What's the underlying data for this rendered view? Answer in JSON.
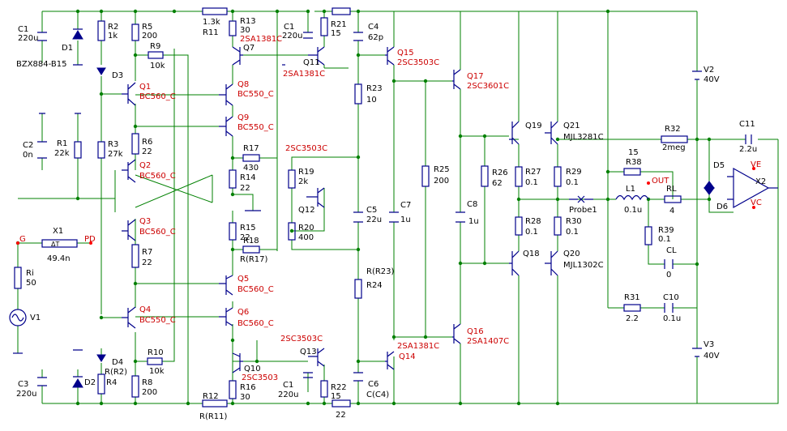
{
  "components": [
    {
      "id": "c1l-name",
      "text": "C1",
      "kind": "black"
    },
    {
      "id": "c1l-val",
      "text": "220u",
      "kind": "black"
    },
    {
      "id": "d1-name",
      "text": "D1",
      "kind": "black"
    },
    {
      "id": "d1-part",
      "text": "BZX884-B15",
      "kind": "black"
    },
    {
      "id": "r2-name",
      "text": "R2",
      "kind": "black"
    },
    {
      "id": "r2-val",
      "text": "1k",
      "kind": "black"
    },
    {
      "id": "r5-name",
      "text": "R5",
      "kind": "black"
    },
    {
      "id": "r5-val",
      "text": "200",
      "kind": "black"
    },
    {
      "id": "r9-name",
      "text": "R9",
      "kind": "black"
    },
    {
      "id": "r9-val",
      "text": "10k",
      "kind": "black"
    },
    {
      "id": "r11-val",
      "text": "1.3k",
      "kind": "black"
    },
    {
      "id": "r11-name",
      "text": "R11",
      "kind": "black"
    },
    {
      "id": "r13-name",
      "text": "R13",
      "kind": "black"
    },
    {
      "id": "r13-val",
      "text": "30",
      "kind": "black"
    },
    {
      "id": "q7-part",
      "text": "2SA1381C",
      "kind": "red"
    },
    {
      "id": "q7-name",
      "text": "Q7",
      "kind": "black"
    },
    {
      "id": "c1m-name",
      "text": "C1",
      "kind": "black"
    },
    {
      "id": "c1m-val",
      "text": "220u",
      "kind": "black"
    },
    {
      "id": "r21-name",
      "text": "R21",
      "kind": "black"
    },
    {
      "id": "r21-val",
      "text": "15",
      "kind": "black"
    },
    {
      "id": "c4-name",
      "text": "C4",
      "kind": "black"
    },
    {
      "id": "c4-val",
      "text": "62p",
      "kind": "black"
    },
    {
      "id": "q11-name",
      "text": "Q11",
      "kind": "black"
    },
    {
      "id": "q11-part",
      "text": "2SA1381C",
      "kind": "red"
    },
    {
      "id": "q15-name",
      "text": "Q15",
      "kind": "red"
    },
    {
      "id": "q15-part",
      "text": "2SC3503C",
      "kind": "red"
    },
    {
      "id": "v2-name",
      "text": "V2",
      "kind": "black"
    },
    {
      "id": "v2-val",
      "text": "40V",
      "kind": "black"
    },
    {
      "id": "d3-name",
      "text": "D3",
      "kind": "black"
    },
    {
      "id": "q1-name",
      "text": "Q1",
      "kind": "red"
    },
    {
      "id": "q1-part",
      "text": "BC560_C",
      "kind": "red"
    },
    {
      "id": "q8-name",
      "text": "Q8",
      "kind": "red"
    },
    {
      "id": "q8-part",
      "text": "BC550_C",
      "kind": "red"
    },
    {
      "id": "r23-name",
      "text": "R23",
      "kind": "black"
    },
    {
      "id": "r23-val",
      "text": "10",
      "kind": "black"
    },
    {
      "id": "q17-name",
      "text": "Q17",
      "kind": "red"
    },
    {
      "id": "q17-part",
      "text": "2SC3601C",
      "kind": "red"
    },
    {
      "id": "c2-name",
      "text": "C2",
      "kind": "black"
    },
    {
      "id": "c2-val",
      "text": "0n",
      "kind": "black"
    },
    {
      "id": "r1-name",
      "text": "R1",
      "kind": "black"
    },
    {
      "id": "r1-val",
      "text": "22k",
      "kind": "black"
    },
    {
      "id": "r3-name",
      "text": "R3",
      "kind": "black"
    },
    {
      "id": "r3-val",
      "text": "27k",
      "kind": "black"
    },
    {
      "id": "r6-name",
      "text": "R6",
      "kind": "black"
    },
    {
      "id": "r6-val",
      "text": "22",
      "kind": "black"
    },
    {
      "id": "q9-name",
      "text": "Q9",
      "kind": "red"
    },
    {
      "id": "q9-part",
      "text": "BC550_C",
      "kind": "red"
    },
    {
      "id": "q19-name",
      "text": "Q19",
      "kind": "black"
    },
    {
      "id": "q21-name",
      "text": "Q21",
      "kind": "black"
    },
    {
      "id": "q21-part",
      "text": "MJL3281C",
      "kind": "black"
    },
    {
      "id": "r32-name",
      "text": "R32",
      "kind": "black"
    },
    {
      "id": "r32-val",
      "text": "2meg",
      "kind": "black"
    },
    {
      "id": "c11-name",
      "text": "C11",
      "kind": "black"
    },
    {
      "id": "c11-val",
      "text": "2.2u",
      "kind": "black"
    },
    {
      "id": "q12-part-top",
      "text": "2SC3503C",
      "kind": "red"
    },
    {
      "id": "r17-name",
      "text": "R17",
      "kind": "black"
    },
    {
      "id": "r17-val",
      "text": "430",
      "kind": "black"
    },
    {
      "id": "q2-name",
      "text": "Q2",
      "kind": "red"
    },
    {
      "id": "q2-part",
      "text": "BC560_C",
      "kind": "red"
    },
    {
      "id": "r19-name",
      "text": "R19",
      "kind": "black"
    },
    {
      "id": "r19-val",
      "text": "2k",
      "kind": "black"
    },
    {
      "id": "r14-name",
      "text": "R14",
      "kind": "black"
    },
    {
      "id": "r14-val",
      "text": "22",
      "kind": "black"
    },
    {
      "id": "r25-name",
      "text": "R25",
      "kind": "black"
    },
    {
      "id": "r25-val",
      "text": "200",
      "kind": "black"
    },
    {
      "id": "r26-name",
      "text": "R26",
      "kind": "black"
    },
    {
      "id": "r26-val",
      "text": "62",
      "kind": "black"
    },
    {
      "id": "r27-name",
      "text": "R27",
      "kind": "black"
    },
    {
      "id": "r27-val",
      "text": "0.1",
      "kind": "black"
    },
    {
      "id": "r29-name",
      "text": "R29",
      "kind": "black"
    },
    {
      "id": "r29-val",
      "text": "0.1",
      "kind": "black"
    },
    {
      "id": "r38-val",
      "text": "15",
      "kind": "black"
    },
    {
      "id": "r38-name",
      "text": "R38",
      "kind": "black"
    },
    {
      "id": "out-label",
      "text": "OUT",
      "kind": "red"
    },
    {
      "id": "d5-name",
      "text": "D5",
      "kind": "black"
    },
    {
      "id": "ve-label",
      "text": "VE",
      "kind": "red"
    },
    {
      "id": "x2-name",
      "text": "X2",
      "kind": "black"
    },
    {
      "id": "c8-name",
      "text": "C8",
      "kind": "black"
    },
    {
      "id": "c8-val",
      "text": "1u",
      "kind": "black"
    },
    {
      "id": "c7-name",
      "text": "C7",
      "kind": "black"
    },
    {
      "id": "c7-val",
      "text": "1u",
      "kind": "black"
    },
    {
      "id": "c5-name",
      "text": "C5",
      "kind": "black"
    },
    {
      "id": "c5-val",
      "text": "22u",
      "kind": "black"
    },
    {
      "id": "q12-name",
      "text": "Q12",
      "kind": "black"
    },
    {
      "id": "l1-name",
      "text": "L1",
      "kind": "black"
    },
    {
      "id": "l1-val",
      "text": "0.1u",
      "kind": "black"
    },
    {
      "id": "rl-name",
      "text": "RL",
      "kind": "black"
    },
    {
      "id": "rl-val",
      "text": "4",
      "kind": "black"
    },
    {
      "id": "probe-label",
      "text": "Probe1",
      "kind": "black"
    },
    {
      "id": "d6-name",
      "text": "D6",
      "kind": "black"
    },
    {
      "id": "vc-label",
      "text": "VC",
      "kind": "red"
    },
    {
      "id": "g-label",
      "text": "G",
      "kind": "red"
    },
    {
      "id": "x1-name",
      "text": "X1",
      "kind": "black"
    },
    {
      "id": "pd-label",
      "text": "PD",
      "kind": "red"
    },
    {
      "id": "x1-val",
      "text": "49.4n",
      "kind": "black"
    },
    {
      "id": "q3-name",
      "text": "Q3",
      "kind": "red"
    },
    {
      "id": "q3-part",
      "text": "BC560_C",
      "kind": "red"
    },
    {
      "id": "r15-name",
      "text": "R15",
      "kind": "black"
    },
    {
      "id": "r15-val",
      "text": "22",
      "kind": "black"
    },
    {
      "id": "r18-name",
      "text": "R18",
      "kind": "black"
    },
    {
      "id": "r18-val",
      "text": "R(R17)",
      "kind": "black"
    },
    {
      "id": "r20-name",
      "text": "R20",
      "kind": "black"
    },
    {
      "id": "r20-val",
      "text": "400",
      "kind": "black"
    },
    {
      "id": "r39-name",
      "text": "R39",
      "kind": "black"
    },
    {
      "id": "r39-val",
      "text": "0.1",
      "kind": "black"
    },
    {
      "id": "r28-name",
      "text": "R28",
      "kind": "black"
    },
    {
      "id": "r28-val",
      "text": "0.1",
      "kind": "black"
    },
    {
      "id": "r30-name",
      "text": "R30",
      "kind": "black"
    },
    {
      "id": "r30-val",
      "text": "0.1",
      "kind": "black"
    },
    {
      "id": "q18-name",
      "text": "Q18",
      "kind": "black"
    },
    {
      "id": "q20-name",
      "text": "Q20",
      "kind": "black"
    },
    {
      "id": "q20-part",
      "text": "MJL1302C",
      "kind": "black"
    },
    {
      "id": "r7-name",
      "text": "R7",
      "kind": "black"
    },
    {
      "id": "r7-val",
      "text": "22",
      "kind": "black"
    },
    {
      "id": "cl-name",
      "text": "CL",
      "kind": "black"
    },
    {
      "id": "cl-val",
      "text": "0",
      "kind": "black"
    },
    {
      "id": "ri-name",
      "text": "Ri",
      "kind": "black"
    },
    {
      "id": "ri-val",
      "text": "50",
      "kind": "black"
    },
    {
      "id": "r24-name",
      "text": "R(R23)",
      "kind": "black"
    },
    {
      "id": "r24-val",
      "text": "R24",
      "kind": "black"
    },
    {
      "id": "q5-name",
      "text": "Q5",
      "kind": "red"
    },
    {
      "id": "q5-part",
      "text": "BC560_C",
      "kind": "red"
    },
    {
      "id": "v1-name",
      "text": "V1",
      "kind": "black"
    },
    {
      "id": "q4-name",
      "text": "Q4",
      "kind": "red"
    },
    {
      "id": "q4-part",
      "text": "BC550_C",
      "kind": "red"
    },
    {
      "id": "q6-name",
      "text": "Q6",
      "kind": "red"
    },
    {
      "id": "q6-part",
      "text": "BC560_C",
      "kind": "red"
    },
    {
      "id": "r31-name",
      "text": "R31",
      "kind": "black"
    },
    {
      "id": "r31-val",
      "text": "2.2",
      "kind": "black"
    },
    {
      "id": "c10-name",
      "text": "C10",
      "kind": "black"
    },
    {
      "id": "c10-val",
      "text": "0.1u",
      "kind": "black"
    },
    {
      "id": "q13-part",
      "text": "2SC3503C",
      "kind": "red"
    },
    {
      "id": "q13-name",
      "text": "Q13",
      "kind": "black"
    },
    {
      "id": "q16-name",
      "text": "Q16",
      "kind": "red"
    },
    {
      "id": "q16-part",
      "text": "2SA1407C",
      "kind": "red"
    },
    {
      "id": "q14-part",
      "text": "2SA1381C",
      "kind": "red"
    },
    {
      "id": "q14-name",
      "text": "Q14",
      "kind": "red"
    },
    {
      "id": "v3-name",
      "text": "V3",
      "kind": "black"
    },
    {
      "id": "v3-val",
      "text": "40V",
      "kind": "black"
    },
    {
      "id": "r10-name",
      "text": "R10",
      "kind": "black"
    },
    {
      "id": "r10-val",
      "text": "10k",
      "kind": "black"
    },
    {
      "id": "d4-name",
      "text": "D4",
      "kind": "black"
    },
    {
      "id": "r4-val",
      "text": "R(R2)",
      "kind": "black"
    },
    {
      "id": "d2-name",
      "text": "D2",
      "kind": "black"
    },
    {
      "id": "r4-name",
      "text": "R4",
      "kind": "black"
    },
    {
      "id": "r8-name",
      "text": "R8",
      "kind": "black"
    },
    {
      "id": "r8-val",
      "text": "200",
      "kind": "black"
    },
    {
      "id": "q10-name",
      "text": "Q10",
      "kind": "black"
    },
    {
      "id": "q10-part",
      "text": "2SC3503",
      "kind": "red"
    },
    {
      "id": "r16-name",
      "text": "R16",
      "kind": "black"
    },
    {
      "id": "r16-val",
      "text": "30",
      "kind": "black"
    },
    {
      "id": "c1b-name",
      "text": "C1",
      "kind": "black"
    },
    {
      "id": "c1b-val",
      "text": "220u",
      "kind": "black"
    },
    {
      "id": "r22-name",
      "text": "R22",
      "kind": "black"
    },
    {
      "id": "r22-val",
      "text": "15",
      "kind": "black"
    },
    {
      "id": "c6-name",
      "text": "C6",
      "kind": "black"
    },
    {
      "id": "c6-val",
      "text": "C(C4)",
      "kind": "black"
    },
    {
      "id": "c3-name",
      "text": "C3",
      "kind": "black"
    },
    {
      "id": "c3-val",
      "text": "220u",
      "kind": "black"
    },
    {
      "id": "r12-name",
      "text": "R12",
      "kind": "black"
    },
    {
      "id": "r12-val",
      "text": "R(R11)",
      "kind": "black"
    },
    {
      "id": "r22b-val",
      "text": "22",
      "kind": "black"
    },
    {
      "id": "x1-sym",
      "text": "ΔT",
      "kind": "black"
    }
  ]
}
